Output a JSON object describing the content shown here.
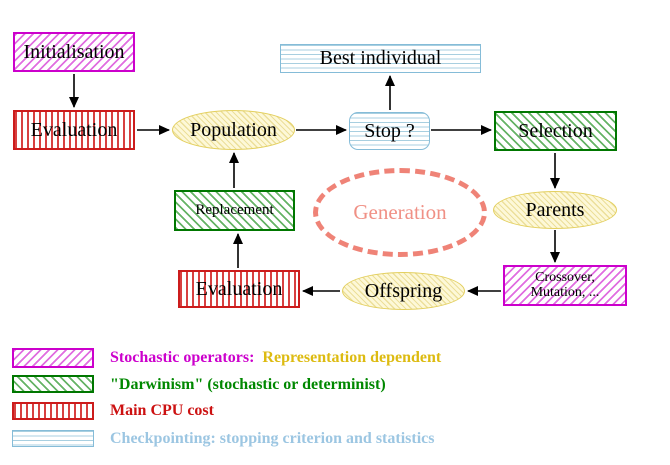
{
  "diagram": {
    "nodes": {
      "initialisation": {
        "label": "Initialisation"
      },
      "evaluation_top": {
        "label": "Evaluation"
      },
      "population": {
        "label": "Population"
      },
      "best_individual": {
        "label": "Best individual"
      },
      "stop": {
        "label": "Stop ?"
      },
      "selection": {
        "label": "Selection"
      },
      "replacement": {
        "label": "Replacement"
      },
      "generation": {
        "label": "Generation"
      },
      "parents": {
        "label": "Parents"
      },
      "crossover": {
        "lines": [
          "Crossover,",
          "Mutation, ..."
        ]
      },
      "offspring": {
        "label": "Offspring"
      },
      "evaluation_bottom": {
        "label": "Evaluation"
      }
    },
    "legend": {
      "rows": [
        {
          "pattern": "magenta-diagonal-hatch",
          "parts": [
            {
              "text": "Stochastic operators:",
              "color": "#cc00cc"
            },
            {
              "text": "Representation dependent",
              "color": "#ddbb11"
            }
          ]
        },
        {
          "pattern": "green-diagonal-hatch",
          "parts": [
            {
              "text": "\"Darwinism\" (stochastic or determinist)",
              "color": "#008800"
            }
          ]
        },
        {
          "pattern": "red-vertical-lines",
          "parts": [
            {
              "text": "Main CPU cost",
              "color": "#cc1111"
            }
          ]
        },
        {
          "pattern": "cyan-horizontal-lines",
          "parts": [
            {
              "text": "Checkpointing: stopping criterion and statistics",
              "color": "#9cc6e2"
            }
          ]
        }
      ]
    },
    "colors": {
      "magenta": "#cc00cc",
      "green": "#007700",
      "red": "#cc1c1c",
      "cyan_border": "#85bcd8",
      "yellow_border": "#e3cf5e",
      "yellow_fill": "#fdf8d8",
      "coral_dashed": "#ef8377",
      "legend_gold_text": "#ddbb11",
      "arrow": "#000000"
    }
  }
}
